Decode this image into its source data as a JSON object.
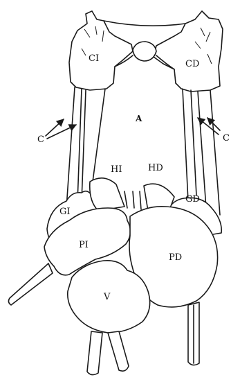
{
  "diagram": {
    "labels": {
      "ci": "CI",
      "cd": "CD",
      "a": "A",
      "c_left": "C",
      "c_right": "C",
      "hi": "HI",
      "hd": "HD",
      "gi": "GI",
      "gd": "GD",
      "pi": "PI",
      "pd": "PD",
      "v": "V"
    },
    "colors": {
      "stroke": "#1a1a1a",
      "fill": "#ffffff"
    }
  }
}
